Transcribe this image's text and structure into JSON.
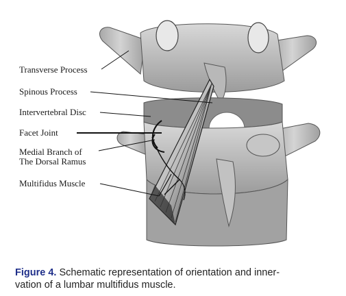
{
  "figure": {
    "labels": {
      "transverse_process": "Transverse Process",
      "spinous_process": "Spinous Process",
      "intervertebral_disc": "Intervertebral Disc",
      "facet_joint": "Facet Joint",
      "medial_branch_line1": "Medial Branch of",
      "medial_branch_line2": "The Dorsal Ramus",
      "multifidus_muscle": "Multifidus Muscle"
    }
  },
  "caption": {
    "figure_number": "Figure 4.",
    "text_line1": " Schematic representation of orientation and inner-",
    "text_line2": "vation of a lumbar multifidus muscle."
  },
  "colors": {
    "caption_accent": "#1f2f8a",
    "bone_light": "#c9c9c9",
    "bone_mid": "#9a9a9a",
    "bone_dark": "#6f6f6f",
    "muscle": "#4a4a4a"
  }
}
